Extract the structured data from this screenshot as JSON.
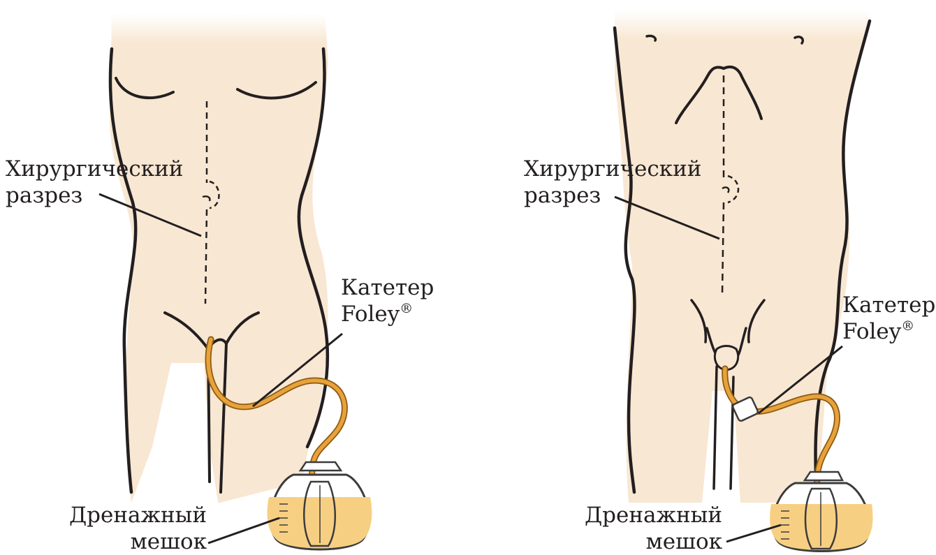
{
  "colors": {
    "skin": "#f8e7d2",
    "skin_fade": "#ffffff",
    "outline": "#231f20",
    "tube": "#e9a23b",
    "tube_edge": "#8a5a12",
    "urine": "#f7cf83",
    "bag_outline": "#3b3b3b"
  },
  "figures": [
    {
      "name": "female",
      "labels": {
        "incision_line1": "Хирургический",
        "incision_line2": "разрез",
        "catheter_line1": "Катетер",
        "catheter_line2": "Foley",
        "catheter_mark": "®",
        "bag_line1": "Дренажный",
        "bag_line2": "мешок"
      }
    },
    {
      "name": "male",
      "labels": {
        "incision_line1": "Хирургический",
        "incision_line2": "разрез",
        "catheter_line1": "Катетер",
        "catheter_line2": "Foley",
        "catheter_mark": "®",
        "bag_line1": "Дренажный",
        "bag_line2": "мешок"
      }
    }
  ]
}
